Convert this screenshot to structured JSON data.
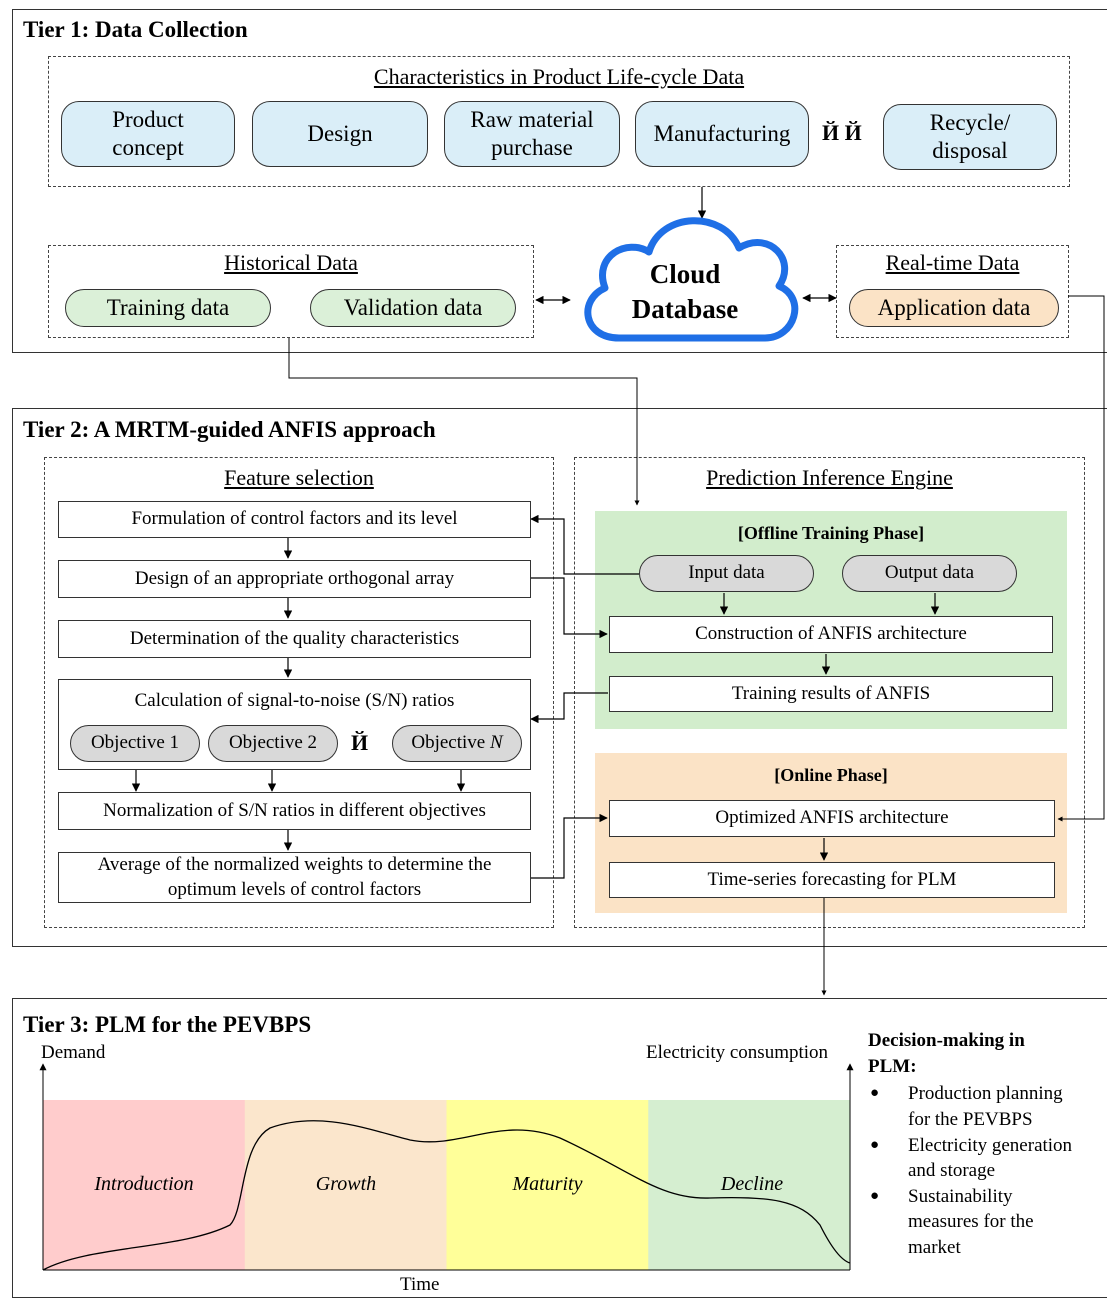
{
  "tier1": {
    "title": "Tier 1: Data Collection",
    "characteristics": {
      "title": "Characteristics in Product Life-cycle Data",
      "items": [
        {
          "line1": "Product",
          "line2": "concept"
        },
        {
          "line1": "Design",
          "line2": ""
        },
        {
          "line1": "Raw material",
          "line2": "purchase"
        },
        {
          "line1": "Manufacturing",
          "line2": ""
        },
        {
          "line1": "Recycle/",
          "line2": "disposal"
        }
      ],
      "ellipsis": "Й Й"
    },
    "historical": {
      "title": "Historical Data",
      "training": "Training data",
      "validation": "Validation data"
    },
    "cloud": {
      "line1": "Cloud",
      "line2": "Database"
    },
    "realtime": {
      "title": "Real-time Data",
      "application": "Application data"
    }
  },
  "tier2": {
    "title": "Tier 2: A MRTM-guided ANFIS approach",
    "feature_selection": {
      "title": "Feature selection",
      "steps": [
        "Formulation of control factors and its level",
        "Design of an appropriate orthogonal array",
        "Determination of the quality characteristics",
        "Calculation of signal-to-noise (S/N) ratios",
        "Normalization of S/N ratios in different objectives"
      ],
      "last_step": {
        "line1": "Average of the normalized weights to determine the",
        "line2": "optimum levels of control factors"
      },
      "objectives": {
        "obj1": "Objective 1",
        "obj2": "Objective 2",
        "objn_prefix": "Objective ",
        "objn_suffix": "N",
        "ellipsis": "Й"
      }
    },
    "inference_engine": {
      "title": "Prediction Inference Engine",
      "offline": {
        "title": "[Offline Training Phase]",
        "input": "Input data",
        "output": "Output data",
        "construction": "Construction of ANFIS architecture",
        "training": "Training results of ANFIS"
      },
      "online": {
        "title": "[Online Phase]",
        "optimized": "Optimized ANFIS architecture",
        "forecasting": "Time-series forecasting for PLM"
      }
    }
  },
  "tier3": {
    "title": "Tier 3: PLM for the PEVBPS",
    "chart": {
      "y_left_label": "Demand",
      "y_right_label": "Electricity consumption",
      "x_label": "Time",
      "stages": [
        "Introduction",
        "Growth",
        "Maturity",
        "Decline"
      ],
      "stage_colors": [
        "#ffcccc",
        "#fbe6cc",
        "#ffff99",
        "#d5eed0"
      ]
    },
    "decision": {
      "title_line1": "Decision-making in",
      "title_line2": "PLM:",
      "items": [
        {
          "line1": "Production planning",
          "line2": "for the PEVBPS"
        },
        {
          "line1": "Electricity generation",
          "line2": "and storage"
        },
        {
          "line1": "Sustainability",
          "line2": "measures for the",
          "line3": "market"
        }
      ]
    }
  },
  "colors": {
    "char_fill": "#daeef8",
    "data_fill": "#dbf0d8",
    "app_fill": "#fbe3c6",
    "offline_bg": "#d2edcc",
    "online_bg": "#fbe3c6",
    "cloud_stroke": "#1f6fe6"
  }
}
